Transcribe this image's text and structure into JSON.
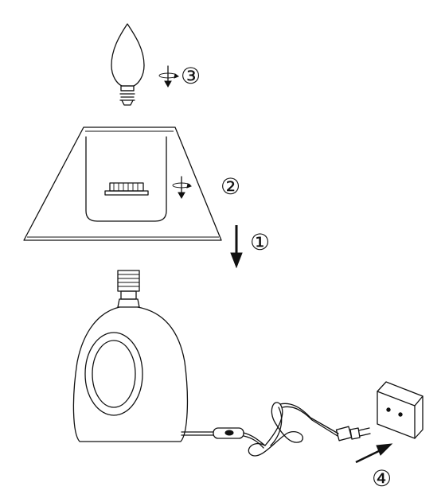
{
  "steps": [
    {
      "label": "①"
    },
    {
      "label": "②"
    },
    {
      "label": "③"
    },
    {
      "label": "④"
    }
  ],
  "icons": {
    "bulb": "light-bulb-icon",
    "shade": "lamp-shade-icon",
    "base": "lamp-base-icon",
    "plug": "power-plug-icon",
    "socket": "wall-socket-icon",
    "rotate": "rotate-arrow-icon",
    "arrow": "down-arrow-icon"
  },
  "colors": {
    "line": "#111111",
    "background": "#ffffff"
  }
}
